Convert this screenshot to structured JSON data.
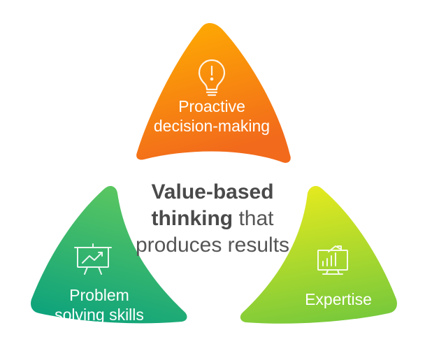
{
  "center": {
    "line1": "Value-based",
    "line2_bold": "thinking",
    "line2_light": " that",
    "line3": "produces results"
  },
  "petals": {
    "top": {
      "line1": "Proactive",
      "line2": "decision-making",
      "icon": "lightbulb-icon"
    },
    "left": {
      "line1": "Problem",
      "line2": "solving skills",
      "icon": "presentation-board-icon"
    },
    "right": {
      "line1": "Expertise",
      "icon": "chart-monitor-icon"
    }
  },
  "colors": {
    "orange_start": "#ffb000",
    "orange_end": "#f26a1b",
    "green_start": "#5cc760",
    "green_end": "#0ea37c",
    "lime_start": "#e6ea1e",
    "lime_end": "#78c93b"
  }
}
